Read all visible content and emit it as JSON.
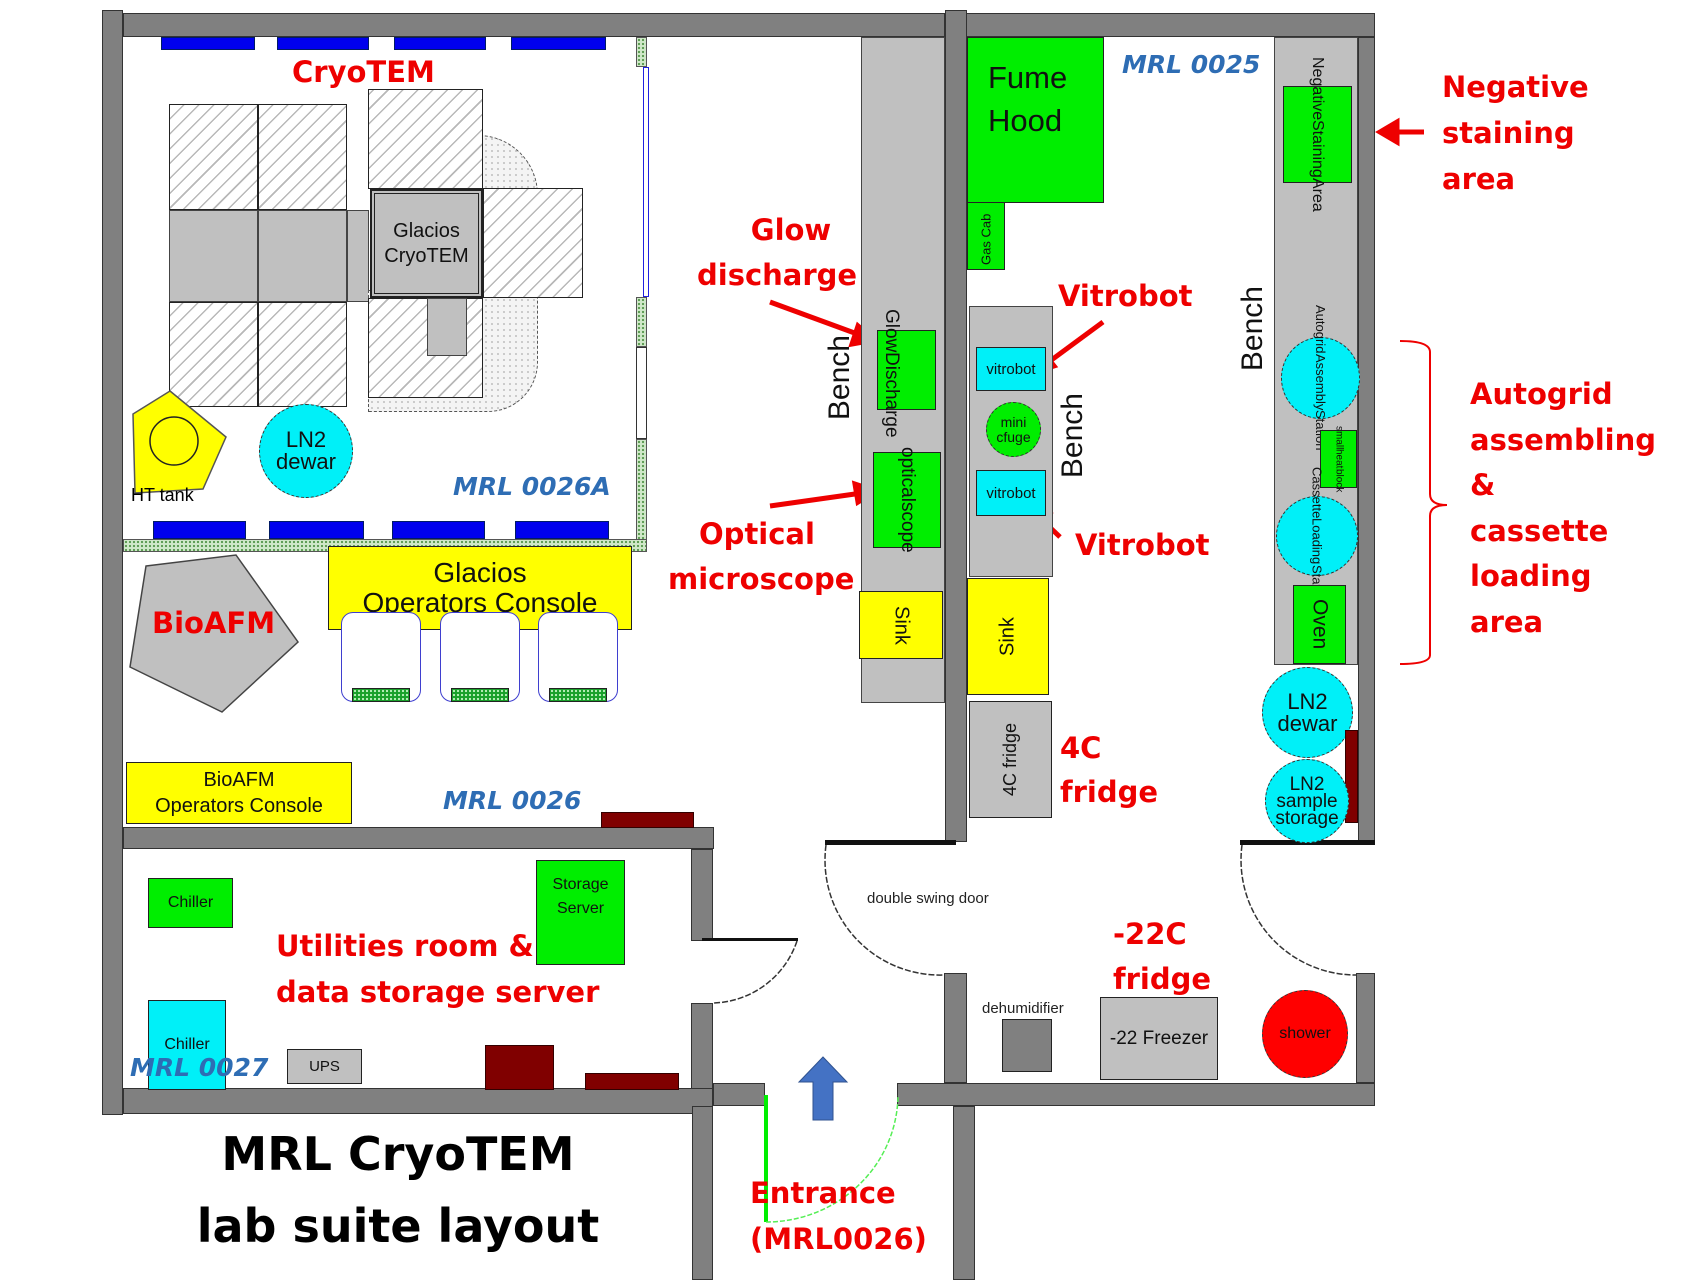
{
  "title": {
    "line1": "MRL CryoTEM",
    "line2": "lab suite layout"
  },
  "rooms": {
    "mrl_0026a": "MRL 0026A",
    "mrl_0026": "MRL 0026",
    "mrl_0025": "MRL 0025",
    "mrl_0027": "MRL 0027"
  },
  "annotations": {
    "cryotem": "CryoTEM",
    "bioafm": "BioAFM",
    "glow_discharge": [
      "Glow",
      "discharge"
    ],
    "optical_microscope": [
      "Optical",
      "microscope"
    ],
    "vitrobot_top": "Vitrobot",
    "vitrobot_bottom": "Vitrobot",
    "negative_staining": [
      "Negative",
      "staining",
      "area"
    ],
    "autogrid_area": [
      "Autogrid",
      "assembling",
      "&",
      "cassette",
      "loading",
      "area"
    ],
    "fridge_4c": [
      "4C",
      "fridge"
    ],
    "fridge_22c": [
      "-22C",
      "fridge"
    ],
    "utilities": [
      "Utilities room &",
      "data storage server"
    ],
    "entrance": [
      "Entrance",
      "(MRL0026)"
    ]
  },
  "equipment": {
    "glacios_cryotem": [
      "Glacios",
      "CryoTEM"
    ],
    "ln2_dewar_0026a": [
      "LN2",
      "dewar"
    ],
    "ht_tank": "HT tank",
    "glacios_console": [
      "Glacios",
      "Operators Console"
    ],
    "bioafm_console": [
      "BioAFM",
      "Operators Console"
    ],
    "fume_hood": [
      "Fume",
      "Hood"
    ],
    "gas_cab": "Gas Cab",
    "bench_left": "Bench",
    "bench_middle": "Bench",
    "bench_right": "Bench",
    "glow_discharge_box": [
      "Glow",
      "Discharge"
    ],
    "optical_scope_box": [
      "optical",
      "scope"
    ],
    "sink_left": "Sink",
    "sink_right": "Sink",
    "vitrobot_1": "vitrobot",
    "vitrobot_2": "vitrobot",
    "mini_cfuge": [
      "mini",
      "cfuge"
    ],
    "fridge_4c_box": "4C fridge",
    "negative_staining_box": [
      "Negative",
      "Staining",
      "Area"
    ],
    "autogrid_station": [
      "Autogrid",
      "Assembly",
      "Station"
    ],
    "small_heat_block": [
      "small",
      "heat",
      "block"
    ],
    "cassette_station": [
      "Cassette",
      "Loading",
      "Station"
    ],
    "oven": "Oven",
    "ln2_dewar_0025": [
      "LN2",
      "dewar"
    ],
    "ln2_sample_storage": [
      "LN2",
      "sample",
      "storage"
    ],
    "double_swing_door": "double swing door",
    "dehumidifier": "dehumidifier",
    "freezer": "-22 Freezer",
    "shower": "shower",
    "chiller_green": "Chiller",
    "chiller_cyan": "Chiller",
    "storage_server": [
      "Storage",
      "Server"
    ],
    "ups": "UPS"
  },
  "colors": {
    "wall": "#808080",
    "bench": "#c0c0c0",
    "equipment_green": "#00ee00",
    "equipment_cyan": "#00f0f8",
    "equipment_yellow": "#ffff00",
    "annotation_red": "#ee0000",
    "room_label_blue": "#2e6db4",
    "entrance_arrow": "#4472c4",
    "maroon": "#800000"
  }
}
